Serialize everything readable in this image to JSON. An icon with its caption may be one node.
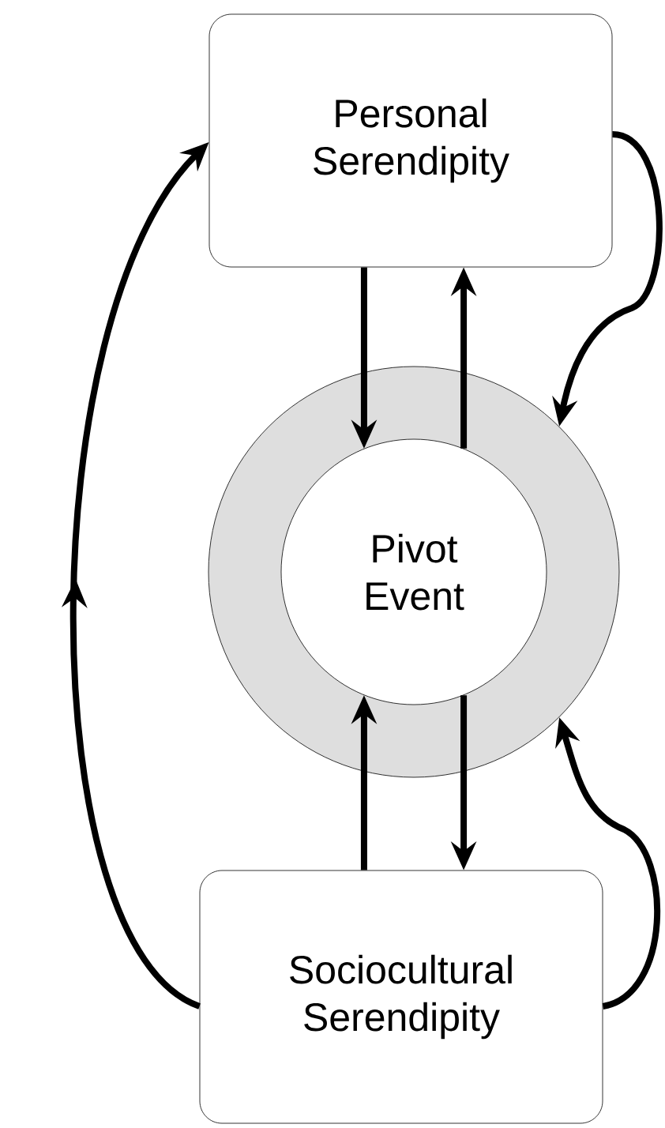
{
  "diagram": {
    "nodes": [
      {
        "text": [
          "Personal Serendipity"
        ]
      },
      {
        "text": [],
        "shape": "circle"
      },
      {
        "text": [
          "Pivot Event"
        ],
        "in": 1
      },
      {
        "text": [
          "Sociocultural Serendipity"
        ]
      }
    ],
    "edges": [
      {
        "from": 0,
        "to": 2,
        "arrow": "to"
      },
      {
        "from": 2,
        "to": 0,
        "arrow": "to"
      },
      {
        "from": 0,
        "to": 1,
        "arrow": "to"
      },
      {
        "from": 3,
        "to": 0,
        "arrow": "to"
      },
      {
        "from": 3,
        "to": 2,
        "arrow": "to"
      },
      {
        "from": 2,
        "to": 3,
        "arrow": "to"
      },
      {
        "from": 3,
        "to": 1,
        "arrow": "to"
      }
    ]
  }
}
